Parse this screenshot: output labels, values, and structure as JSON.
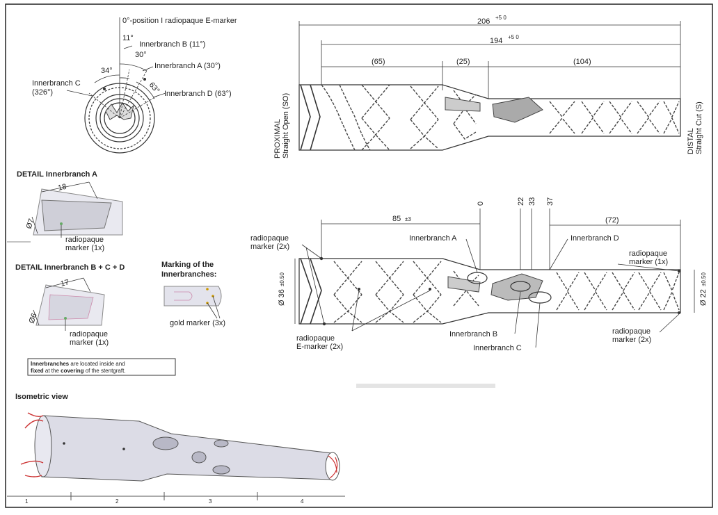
{
  "top_view": {
    "zero_marker": "0°-position I radiopaque E-marker",
    "angle_11": "11°",
    "angle_30": "30°",
    "angle_34": "34°",
    "angle_63": "63°",
    "branch_b": "Innerbranch B (11°)",
    "branch_a": "Innerbranch A (30°)",
    "branch_c_line1": "Innerbranch C",
    "branch_c_line2": "(326°)",
    "branch_d": "Innerbranch D (63°)"
  },
  "detail_a": {
    "title": "DETAIL Innerbranch A",
    "length": "18",
    "diameter": "Ø7",
    "marker_line1": "radiopaque",
    "marker_line2": "marker (1x)"
  },
  "detail_bcd": {
    "title": "DETAIL Innerbranch B + C + D",
    "length": "17",
    "diameter": "Ø6",
    "marker_line1": "radiopaque",
    "marker_line2": "marker (1x)"
  },
  "marking": {
    "title_line1": "Marking of the",
    "title_line2": "Innerbranches:",
    "gold_marker": "gold marker (3x)"
  },
  "note": {
    "line1_bold_a": "Innerbranches",
    "line1_rest": " are located inside and",
    "line2_bold": "fixed",
    "line2_mid": " at the ",
    "line2_bold_b": "covering",
    "line2_rest": " of the stentgraft."
  },
  "isometric": {
    "title": "Isometric view",
    "scale_ticks": [
      "1",
      "2",
      "3",
      "4"
    ]
  },
  "side_view": {
    "dim_206": "206",
    "dim_206_tol": "+5 0",
    "dim_194": "194",
    "dim_194_tol": "+5 0",
    "dim_65": "(65)",
    "dim_25": "(25)",
    "dim_104": "(104)",
    "proximal_line1": "PROXIMAL",
    "proximal_line2": "Straight Open (SO)",
    "distal_line1": "DISTAL",
    "distal_line2": "Straight Cut (S)"
  },
  "bottom_view": {
    "dim_85": "85",
    "dim_85_tol": "±3",
    "dim_0": "0",
    "dim_22": "22",
    "dim_33": "33",
    "dim_37": "37",
    "dim_72": "(72)",
    "dia_36": "Ø 36",
    "dia_36_tol": "±0.50",
    "dia_22": "Ø 22",
    "dia_22_tol": "±0.50",
    "radiopaque_left_line1": "radiopaque",
    "radiopaque_left_line2": "marker (2x)",
    "branch_a": "Innerbranch A",
    "branch_d": "Innerbranch D",
    "radiopaque_right_top_line1": "radiopaque",
    "radiopaque_right_top_line2": "marker (1x)",
    "e_marker_line1": "radiopaque",
    "e_marker_line2": "E-marker (2x)",
    "branch_b": "Innerbranch B",
    "branch_c": "Innerbranch C",
    "radiopaque_right_bottom_line1": "radiopaque",
    "radiopaque_right_bottom_line2": "marker (2x)"
  }
}
